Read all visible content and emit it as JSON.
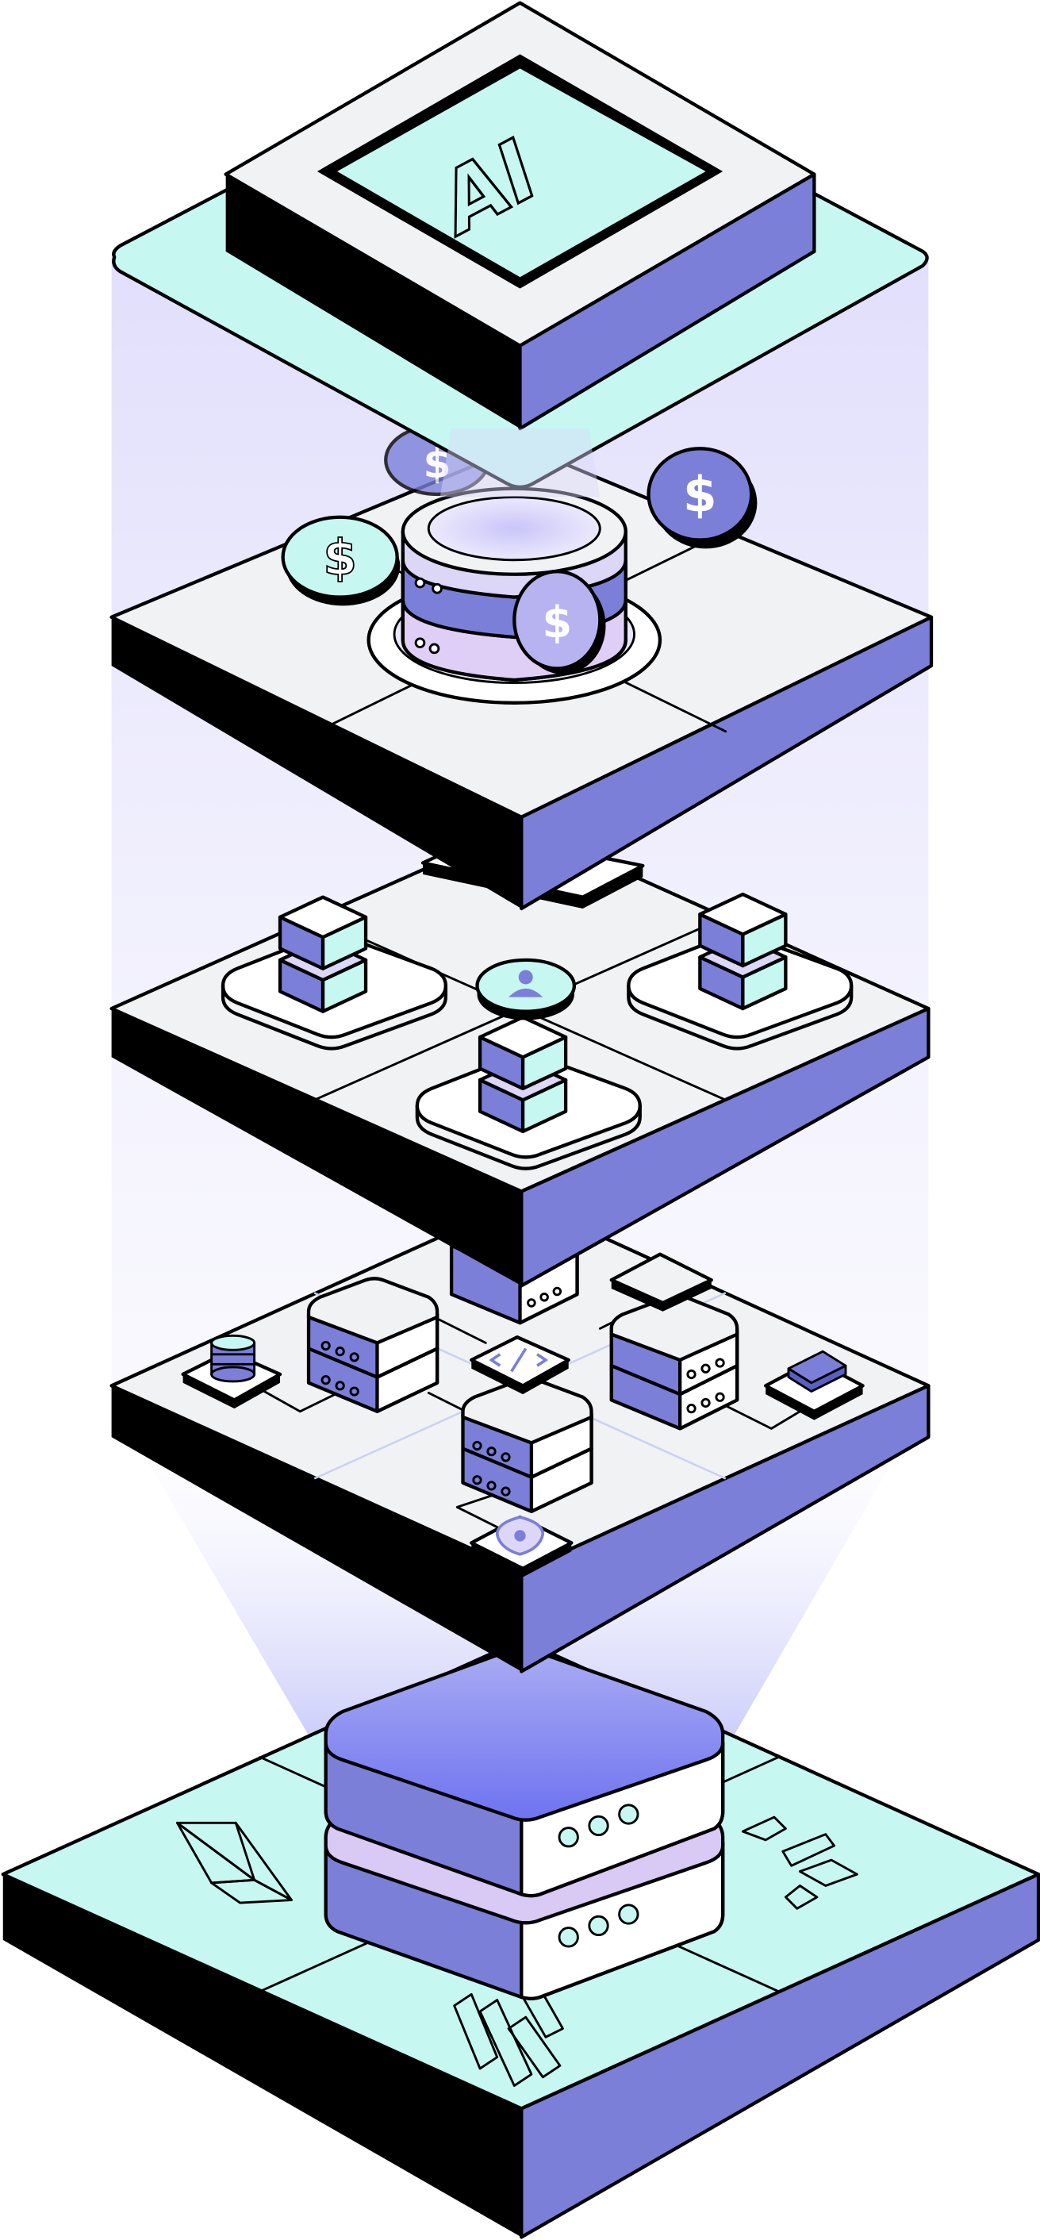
{
  "colors": {
    "mint": "#c7f7f1",
    "purple": "#7b7fd8",
    "lavender": "#dcd6f7",
    "light_gray": "#f1f2f4",
    "black": "#000000",
    "glow": "#d9d8fa",
    "beam": "#8f93f5"
  },
  "labels": {
    "ai_chip": "AI",
    "coin_symbol": "$"
  },
  "layers": [
    {
      "id": "ai-layer",
      "icons": [
        "ai-chip-icon"
      ]
    },
    {
      "id": "finance-layer",
      "icons": [
        "coin-stack-icon",
        "dollar-coin-icon"
      ]
    },
    {
      "id": "node-layer",
      "icons": [
        "cube-stack-icon",
        "user-icon"
      ]
    },
    {
      "id": "infrastructure-layer",
      "icons": [
        "server-icon",
        "database-icon",
        "code-icon",
        "wallet-icon",
        "shield-icon"
      ]
    },
    {
      "id": "base-layer",
      "icons": [
        "ethereum-icon",
        "solana-icon",
        "chain-logo-icon",
        "server-icon"
      ]
    }
  ]
}
